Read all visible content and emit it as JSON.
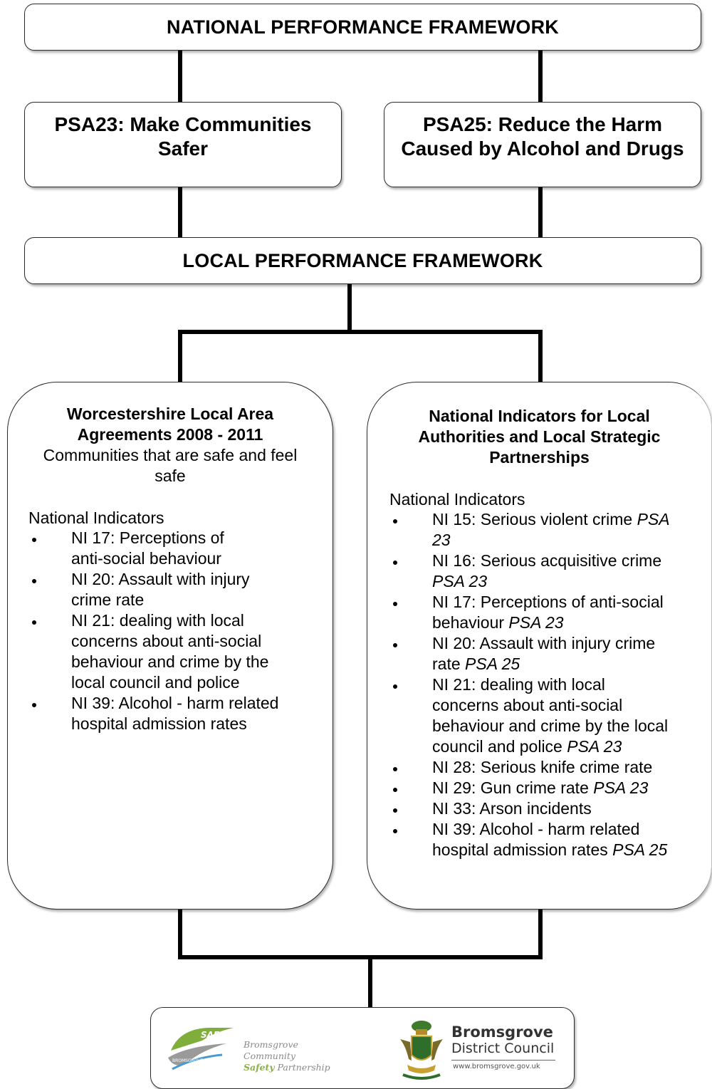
{
  "national": {
    "title": "NATIONAL PERFORMANCE FRAMEWORK"
  },
  "psa23": {
    "line1": "PSA23: Make Communities",
    "line2": "Safer"
  },
  "psa25": {
    "line1": "PSA25: Reduce the Harm",
    "line2": "Caused by Alcohol and Drugs"
  },
  "local": {
    "title": "LOCAL PERFORMANCE FRAMEWORK"
  },
  "left_box": {
    "heading_line1": "Worcestershire Local Area",
    "heading_line2": "Agreements 2008 - 2011",
    "sub_line1": "Communities that are safe and feel",
    "sub_line2": "safe",
    "indicators_title": "National Indicators",
    "items": [
      {
        "line1": "NI 17: Perceptions of",
        "line2": "anti-social behaviour"
      },
      {
        "line1": "NI 20: Assault with injury",
        "line2": "crime rate"
      },
      {
        "line1": "NI 21: dealing with local",
        "line2": "concerns about anti-social",
        "line3": "behaviour and crime by the",
        "line4": "local council and police"
      },
      {
        "line1": "NI 39: Alcohol - harm related",
        "line2": "hospital admission rates"
      }
    ]
  },
  "right_box": {
    "heading_line1": "National Indicators for Local",
    "heading_line2": "Authorities and Local Strategic",
    "heading_line3": "Partnerships",
    "indicators_title": "National Indicators",
    "items": [
      {
        "line1": "NI 15: Serious violent crime ",
        "tag_a": "PSA",
        "tag_b": "23"
      },
      {
        "line1": "NI 16: Serious acquisitive crime",
        "tag": "PSA 23"
      },
      {
        "line1": "NI 17: Perceptions of anti-social",
        "line2": "behaviour ",
        "tag": "PSA 23"
      },
      {
        "line1": "NI 20: Assault with injury crime",
        "line2": "rate ",
        "tag": "PSA 25"
      },
      {
        "line1": "NI 21: dealing with local",
        "line2": "concerns about anti-social",
        "line3": "behaviour and crime by the local",
        "line4": "council and police ",
        "tag": "PSA 23"
      },
      {
        "line1": "NI 28: Serious knife crime rate"
      },
      {
        "line1": "NI 29: Gun crime rate ",
        "tag": "PSA 23"
      },
      {
        "line1": "NI 33: Arson incidents"
      },
      {
        "line1": "NI 39: Alcohol - harm related",
        "line2": "hospital admission rates ",
        "tag": "PSA 25"
      }
    ]
  },
  "logos": {
    "safer_badge": "SAFER",
    "safer_small": "BROMSGROVE",
    "safer_line1": "Bromsgrove Community",
    "safer_line2_a": "Safety",
    "safer_line2_b": " Partnership",
    "council_name": "Bromsgrove",
    "council_sub": "District Council",
    "council_url": "www.bromsgrove.gov.uk"
  }
}
